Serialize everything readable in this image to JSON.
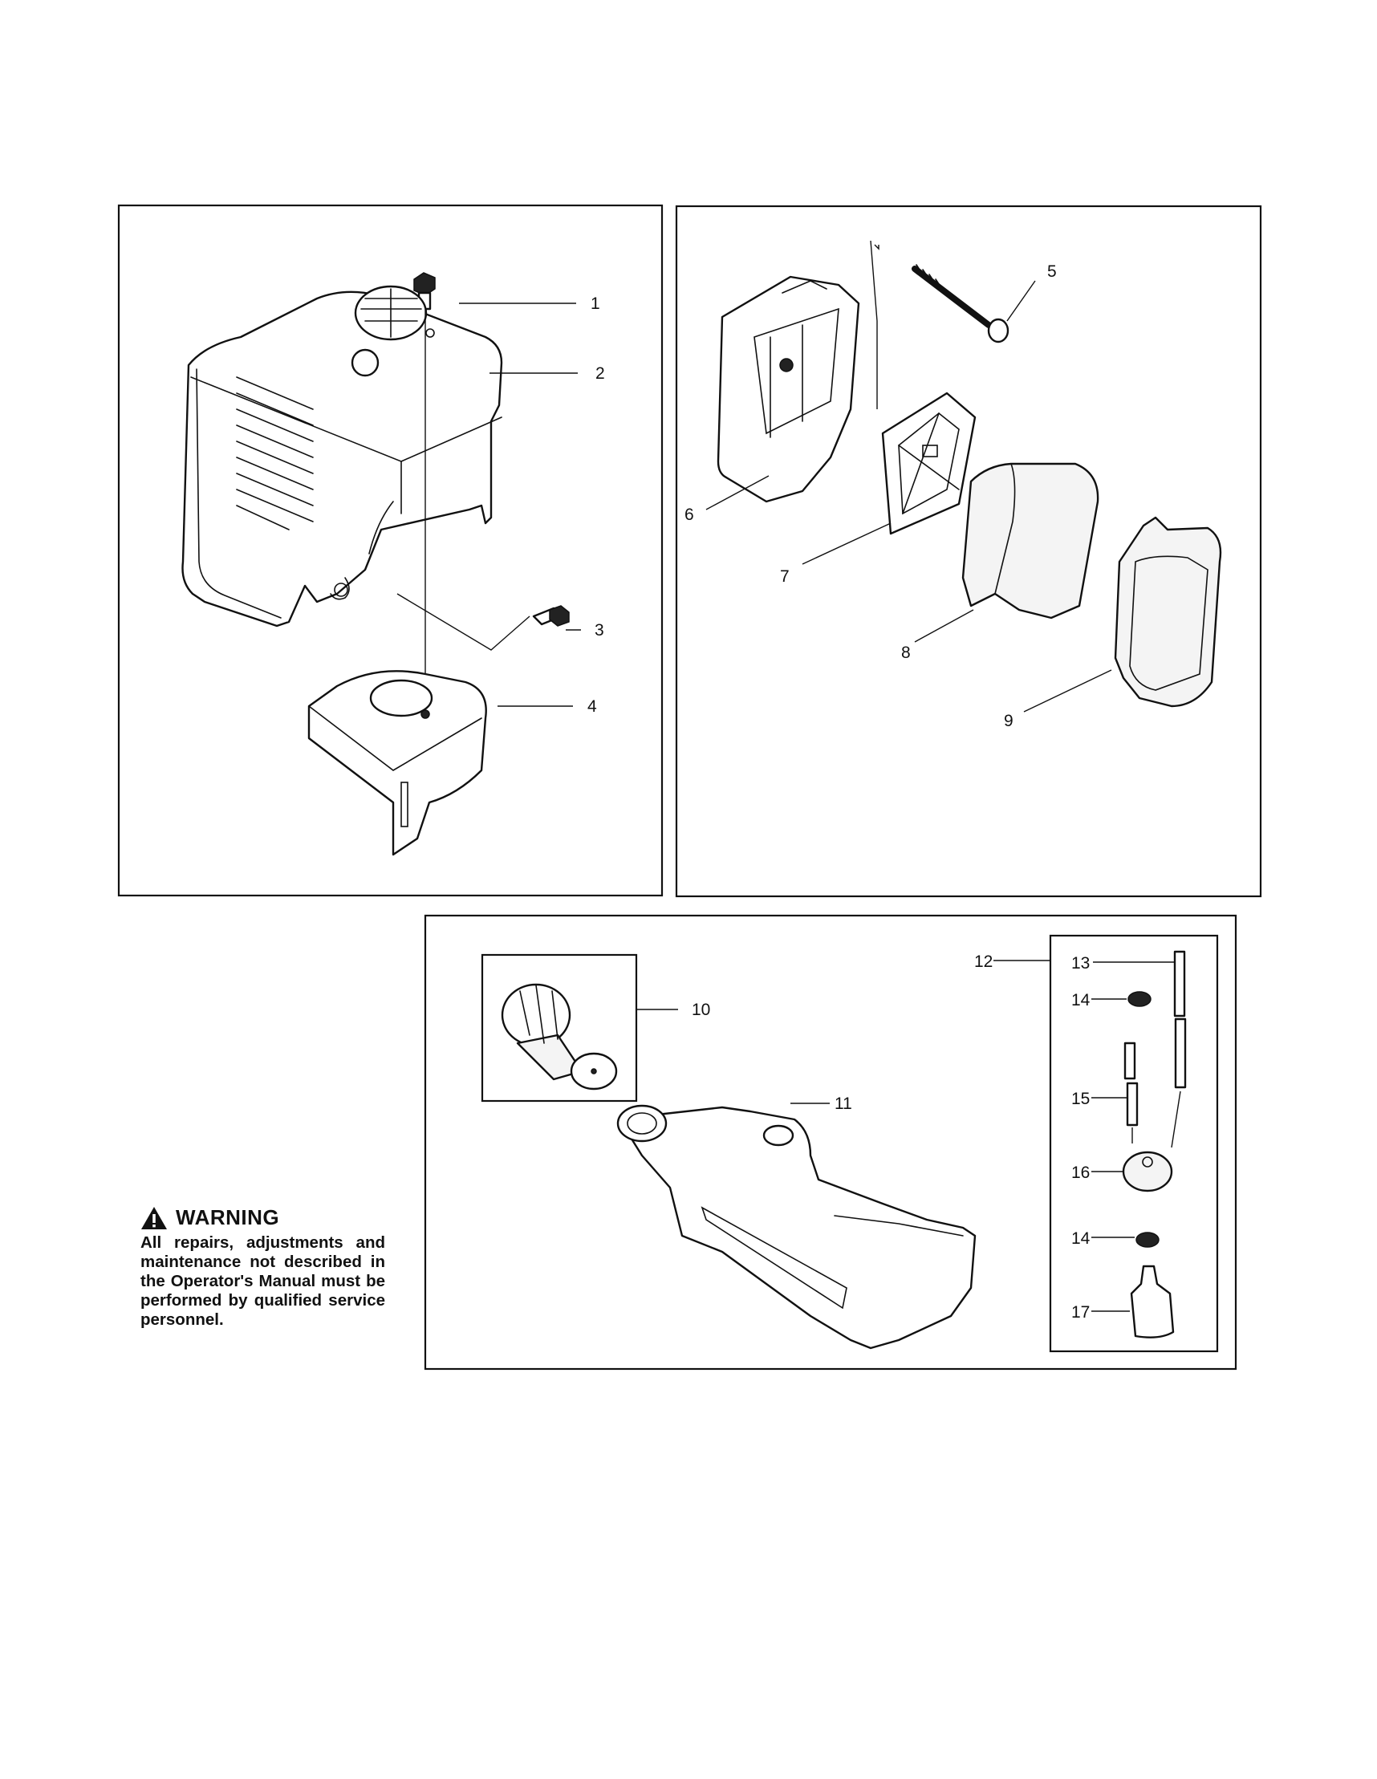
{
  "callouts": [
    "1",
    "2",
    "3",
    "4",
    "5",
    "6",
    "7",
    "8",
    "9",
    "10",
    "11",
    "12",
    "13",
    "14",
    "15",
    "16",
    "14",
    "17"
  ],
  "warning": {
    "title": "WARNING",
    "text": "All repairs, adjustments and maintenance not described in the Operator's Manual must be performed by qualified service personnel."
  }
}
